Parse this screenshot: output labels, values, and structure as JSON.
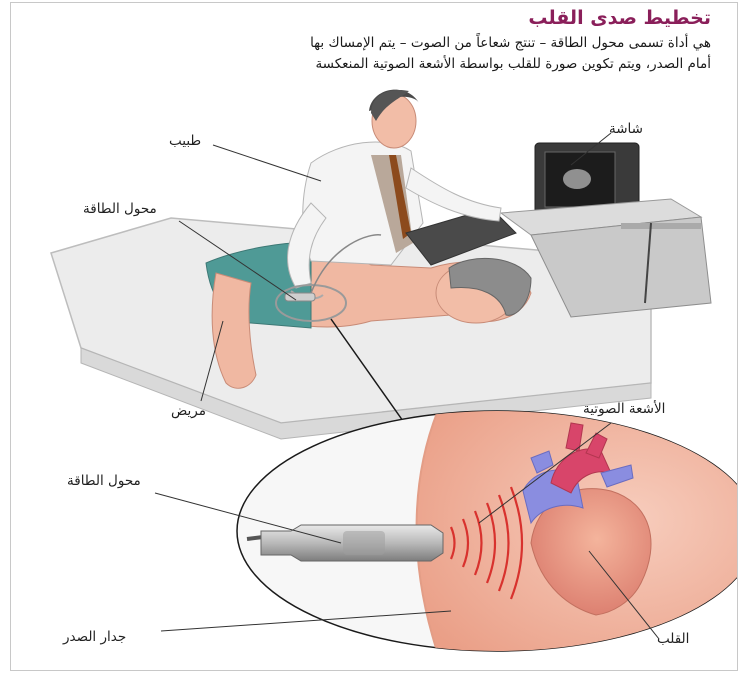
{
  "title": "تخطيط صدى القلب",
  "description": {
    "line1": "هي أداة تسمى محول الطاقة – تنتج شعاعاً من الصوت – يتم الإمساك بها",
    "line2": "أمام الصدر، ويتم تكوين صورة للقلب بواسطة الأشعة الصوتية المنعكسة"
  },
  "labels": {
    "screen": "شاشة",
    "doctor": "طبيب",
    "transducer_top": "محول الطاقة",
    "patient": "مريض",
    "sound_waves": "الأشعة الصوتية",
    "transducer_bottom": "محول الطاقة",
    "chest_wall": "جدار الصدر",
    "heart": "القلب"
  },
  "colors": {
    "title": "#8a1f5a",
    "skin": "#f2b6a2",
    "wave": "#d8322e",
    "heart": "#e8987e",
    "vessel_blue": "#8a8de0",
    "vessel_red": "#d8456a",
    "coat": "#f4f4f4",
    "gown": "#4f9a96"
  }
}
